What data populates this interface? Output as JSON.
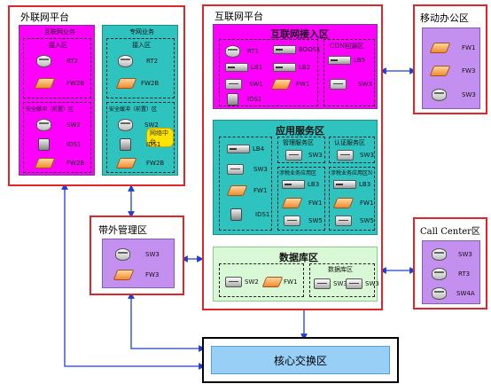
{
  "extranet": {
    "title": "外联网平台",
    "left_zone": {
      "title": "互联网业务",
      "inner_title": "接入区",
      "devices": [
        "RT2",
        "FW2B"
      ],
      "sec_title": "安全缓冲（前置）区",
      "sec_devices": [
        "SW2",
        "IDS1",
        "FW2B"
      ]
    },
    "right_zone": {
      "title": "专网业务",
      "inner_title": "接入区",
      "devices": [
        "RT2",
        "FW2B"
      ],
      "sec_title": "安全缓冲（前置）区",
      "sec_devices": [
        "SW2",
        "IDS1",
        "FW2B"
      ],
      "badge": "网络中台"
    }
  },
  "oob": {
    "title": "带外管理区",
    "devices": [
      "SW3",
      "FW3"
    ]
  },
  "internet": {
    "title": "互联网平台",
    "access": {
      "title": "互联网接入区",
      "devices": [
        "RT1",
        "BOOS1",
        "LB1",
        "LB2",
        "SW1",
        "FW1",
        "IDS1"
      ],
      "cdn_title": "CDN回源区",
      "cdn_devices": [
        "LB5",
        "SW3"
      ]
    },
    "app": {
      "title": "应用服务区",
      "left_devices": [
        "LB4",
        "SW3",
        "FW1",
        "IDS1"
      ],
      "mgmt": {
        "title": "管理服务区",
        "device": "SW3"
      },
      "auth": {
        "title": "认证服务区",
        "device": "SW3"
      },
      "biz1": {
        "title": "涉税业务应用区",
        "devices": [
          "LB3",
          "FW1",
          "SW5"
        ]
      },
      "biz2": {
        "title": "涉税业务应用区N",
        "devices": [
          "LB3",
          "FW1",
          "SW5"
        ]
      }
    },
    "db": {
      "title": "数据库区",
      "left_devices": [
        "SW2",
        "FW1"
      ],
      "inner_title": "数据库区",
      "inner_devices": [
        "SW3",
        "SW3"
      ]
    }
  },
  "mobile": {
    "title": "移动办公区",
    "devices": [
      "FW1",
      "FW3",
      "SW3"
    ]
  },
  "callcenter": {
    "title": "Call Center区",
    "devices": [
      "SW3",
      "RT3",
      "SW4A"
    ]
  },
  "core": {
    "title": "核心交换区"
  }
}
